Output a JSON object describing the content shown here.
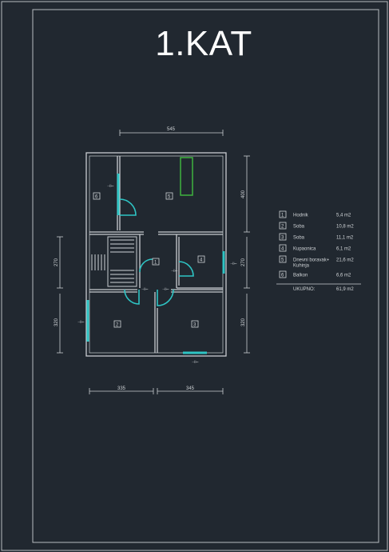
{
  "title": "1.KAT",
  "colors": {
    "background": "#212830",
    "line": "#c8ccd0",
    "door": "#2ec4c4",
    "stair_tread": "#d0d4d8",
    "chimney": "#3fb23f",
    "text": "#cfd3d6"
  },
  "dimensions": {
    "top": "545",
    "left_upper": "270",
    "left_lower": "320",
    "right_upper": "400",
    "right_middle": "270",
    "right_lower": "320",
    "bottom_left": "335",
    "bottom_right": "345"
  },
  "room_tags": [
    "1",
    "2",
    "3",
    "4",
    "5",
    "6"
  ],
  "rooms_table": {
    "rows": [
      {
        "no": "1",
        "name": "Hodnik",
        "area": "5,4 m2"
      },
      {
        "no": "2",
        "name": "Soba",
        "area": "10,8 m2"
      },
      {
        "no": "3",
        "name": "Soba",
        "area": "11,1 m2"
      },
      {
        "no": "4",
        "name": "Kupaonica",
        "area": "6,1 m2"
      },
      {
        "no": "5",
        "name": "Dnevni boravak+ Kuhinja",
        "area": "21,6 m2"
      },
      {
        "no": "6",
        "name": "Balkon",
        "area": "6,6 m2"
      }
    ],
    "total_label": "UKUPNO:",
    "total_area": "61,9 m2"
  }
}
